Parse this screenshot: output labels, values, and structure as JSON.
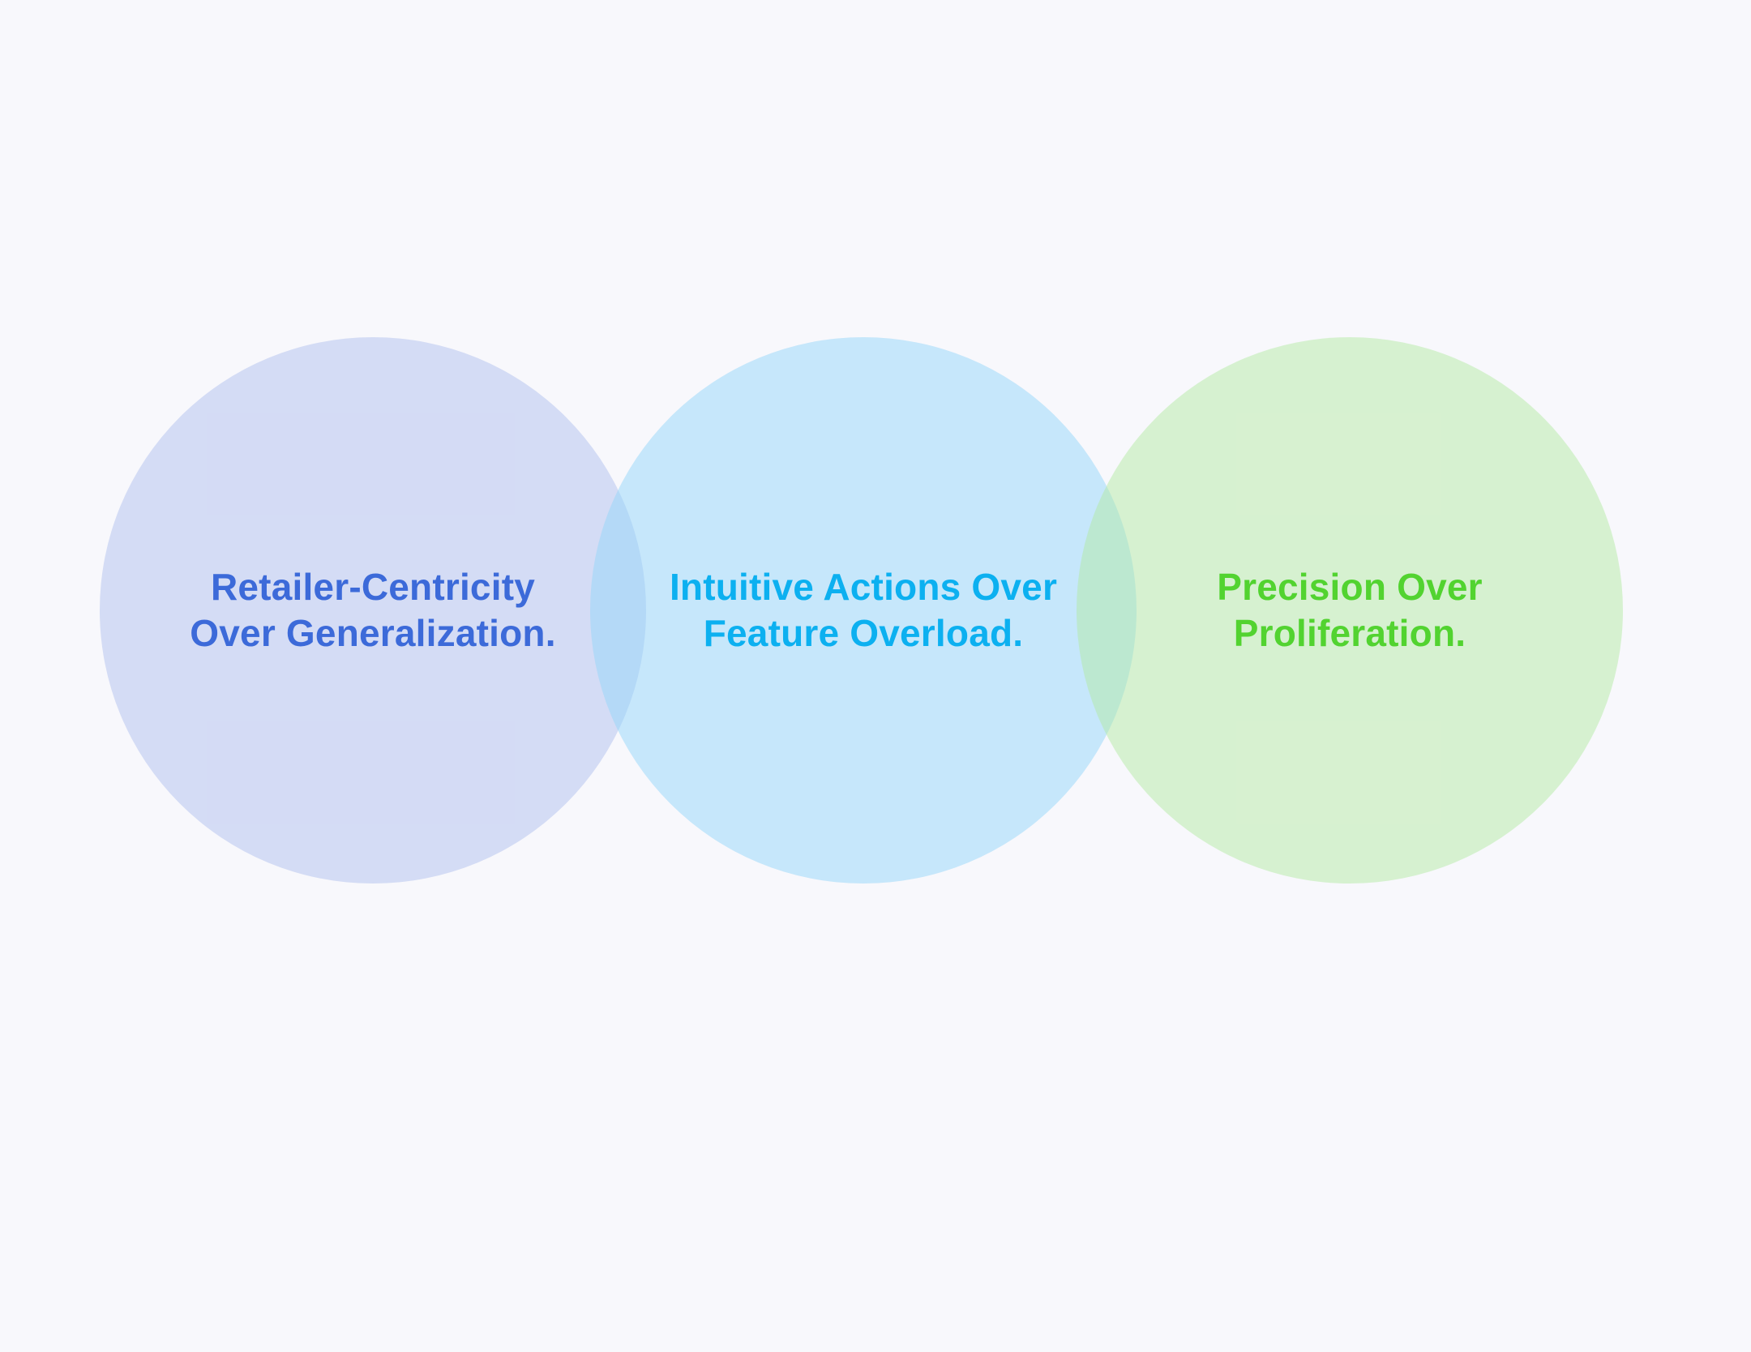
{
  "principles": [
    {
      "line1": "Retailer-Centricity",
      "line2": "Over Generalization.",
      "text_color": "#3c6ad9",
      "fill_color": "rgba(176, 191, 238, 0.5)"
    },
    {
      "line1": "Intuitive Actions Over",
      "line2": "Feature Overload.",
      "text_color": "#0cb0f0",
      "fill_color": "rgba(148, 214, 250, 0.5)"
    },
    {
      "line1": "Precision Over",
      "line2": "Proliferation.",
      "text_color": "#52d330",
      "fill_color": "rgba(178, 234, 160, 0.48)"
    }
  ]
}
